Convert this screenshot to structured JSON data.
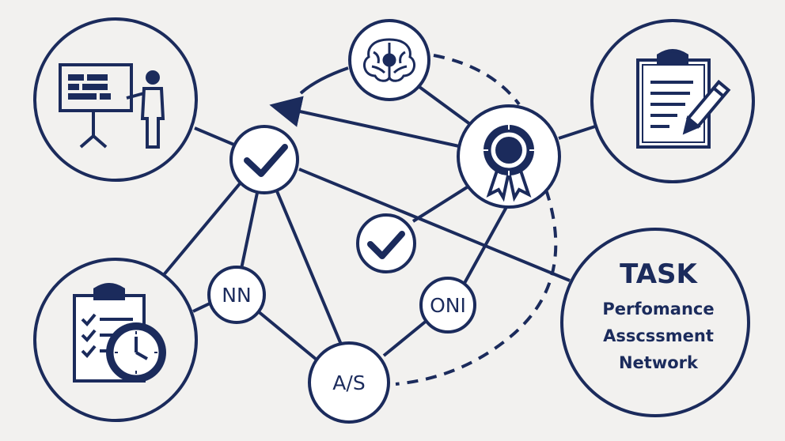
{
  "colors": {
    "navy": "#1b2b5c",
    "background": "#f2f1ef",
    "fill": "#ffffff"
  },
  "nodes": {
    "nn": {
      "label": "NN"
    },
    "oni": {
      "label": "ONI"
    },
    "as": {
      "label": "A/S"
    }
  },
  "task_panel": {
    "title": "TASK",
    "line1": "Perfomance",
    "line2": "Asscssment",
    "line3": "Network"
  },
  "icons": {
    "presenter": "presenter-whiteboard-icon",
    "clipboard_pencil": "clipboard-pencil-icon",
    "checklist_clock": "checklist-clock-icon",
    "brain": "brain-icon",
    "award": "award-rosette-icon",
    "check": "checkmark-icon"
  }
}
